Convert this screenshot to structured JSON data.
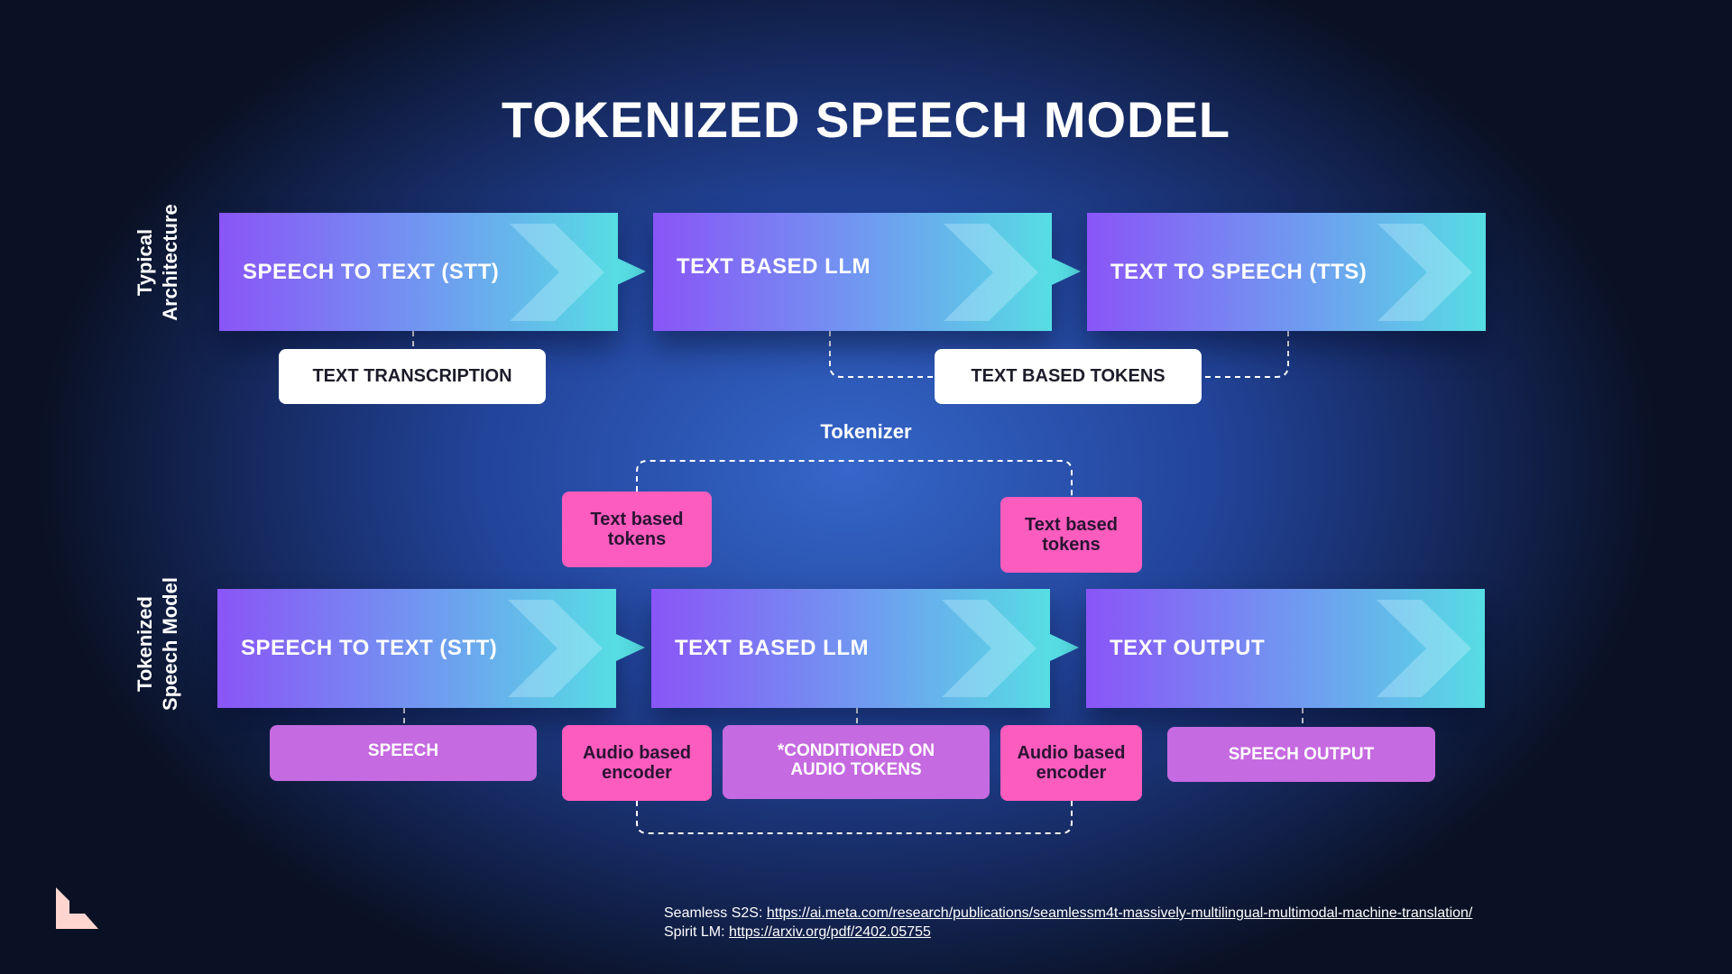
{
  "title": "TOKENIZED SPEECH MODEL",
  "typical": {
    "side_label_1": "Typical",
    "side_label_2": "Architecture",
    "stages": [
      "SPEECH TO TEXT (STT)",
      "TEXT BASED LLM",
      "TEXT TO SPEECH (TTS)"
    ],
    "outputs": [
      "TEXT TRANSCRIPTION",
      "TEXT BASED TOKENS"
    ]
  },
  "tokenizer": {
    "label": "Tokenizer",
    "left_tokens": "Text based tokens",
    "right_tokens": "Text based tokens"
  },
  "tokenized": {
    "side_label_1": "Tokenized",
    "side_label_2": "Speech Model",
    "stages": [
      "SPEECH TO TEXT (STT)",
      "TEXT BASED LLM",
      "TEXT OUTPUT"
    ],
    "labels": {
      "speech": "SPEECH",
      "left_encoder": "Audio based encoder",
      "conditioned": "*CONDITIONED ON AUDIO TOKENS",
      "right_encoder": "Audio based encoder",
      "speech_output": "SPEECH OUTPUT"
    }
  },
  "footnotes": [
    {
      "label": "Seamless S2S:",
      "link": "https://ai.meta.com/research/publications/seamlessm4t-massively-multilingual-multimodal-machine-translation/"
    },
    {
      "label": "Spirit LM:",
      "link": "https://arxiv.org/pdf/2402.05755"
    }
  ],
  "colors": {
    "pink": "#fb5cbd",
    "violet": "#c56ae0",
    "gradient_start": "#8a55f7",
    "gradient_end": "#56dde3",
    "logo": "#ffd6cf"
  }
}
